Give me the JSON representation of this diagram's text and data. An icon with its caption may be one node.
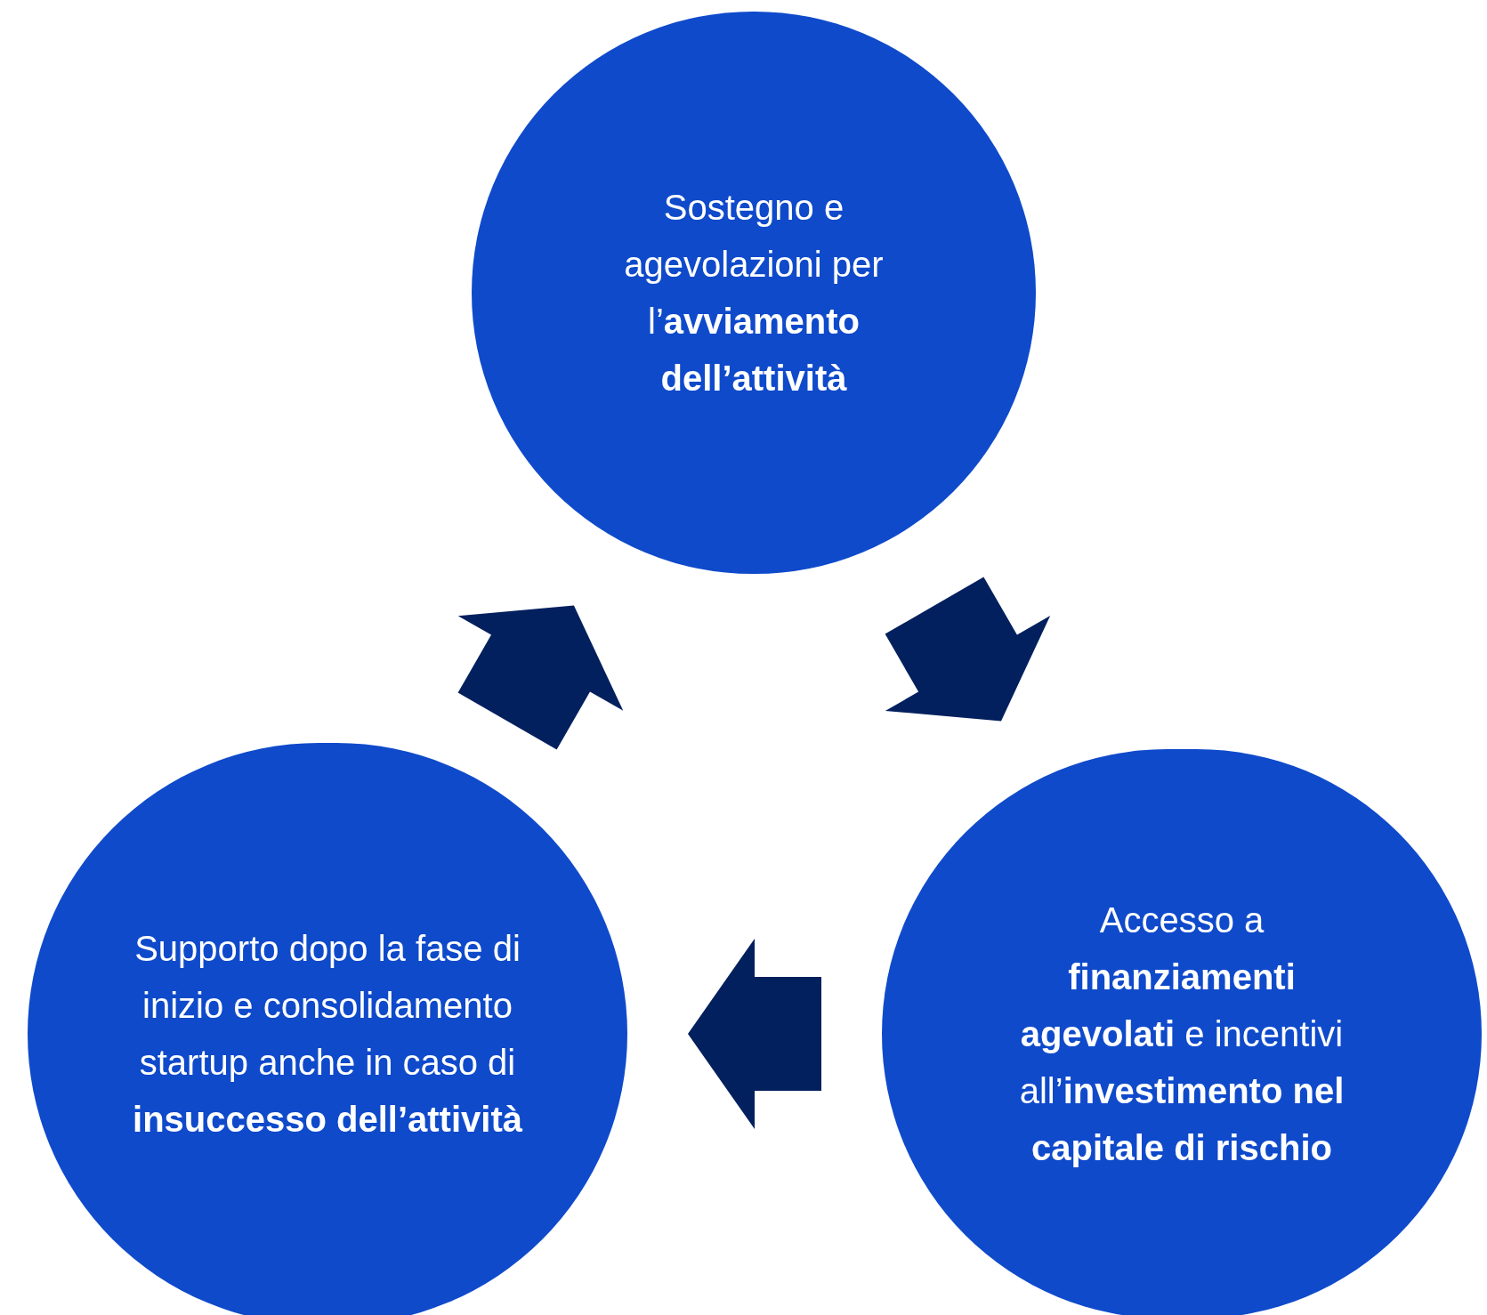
{
  "diagram": {
    "nodes": [
      {
        "text": [
          "Sostegno e agevolazioni per l’**avviamento dell’attività**"
        ]
      },
      {
        "text": [
          "Accesso a **finanziamenti agevolati** e incentivi all’**investimento nel capitale di rischio**"
        ]
      },
      {
        "text": [
          "Supporto dopo la fase di inizio e consolidamento startup anche in caso di **insuccesso dell’attività**"
        ]
      }
    ],
    "edges": [
      {
        "from": 0,
        "to": 1,
        "arrow": "to",
        "style": "thick"
      },
      {
        "from": 1,
        "to": 2,
        "arrow": "to",
        "style": "thick"
      },
      {
        "from": 2,
        "to": 0,
        "arrow": "to",
        "style": "thick"
      }
    ]
  }
}
